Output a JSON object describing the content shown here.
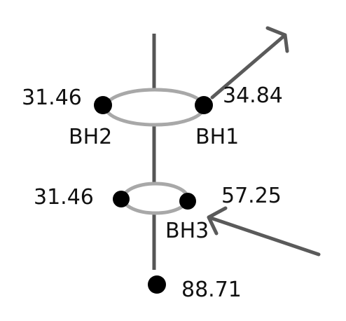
{
  "diagram": {
    "nodes": {
      "bh1": {
        "label": "BH1",
        "value": "34.84"
      },
      "bh2": {
        "label": "BH2",
        "value": "31.46"
      },
      "bh3": {
        "label": "BH3",
        "value": "57.25"
      },
      "left_lower": {
        "value": "31.46"
      },
      "bottom": {
        "value": "88.71"
      }
    }
  },
  "colors": {
    "stem": "#555555",
    "ring": "#a8a8a8",
    "arrow": "#5a5a5a",
    "node": "#000000",
    "text": "#111111"
  }
}
